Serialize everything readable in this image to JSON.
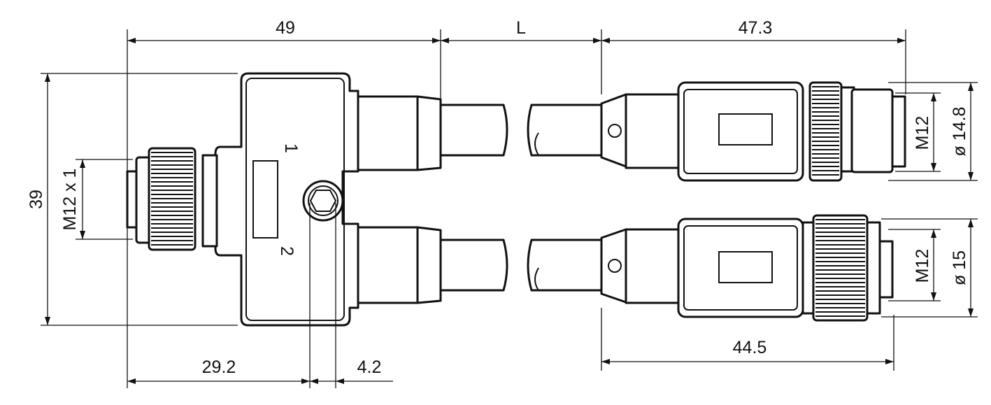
{
  "dimensions": {
    "overall_splitter_length": "49",
    "cable_length": "L",
    "male_connector_length": "47.3",
    "overall_height": "39",
    "input_thread": "M12 x 1",
    "port_1": "1",
    "port_2": "2",
    "upper_thread": "M12",
    "upper_diameter": "ø 14.8",
    "lower_thread": "M12",
    "lower_diameter": "ø 15",
    "mount_hole_position": "29.2",
    "mount_hole_offset": "4.2",
    "female_connector_length": "44.5"
  }
}
